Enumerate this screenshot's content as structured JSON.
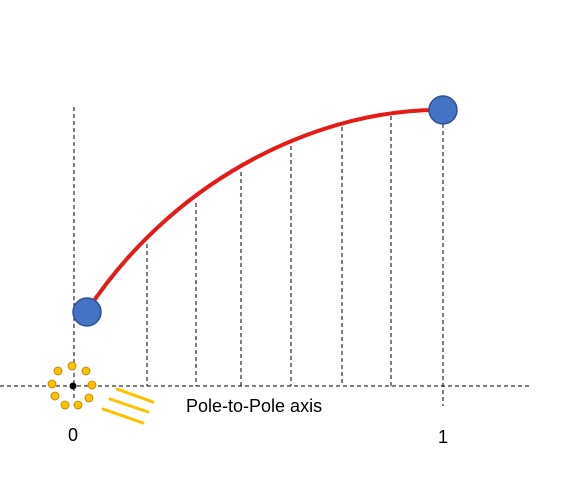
{
  "diagram": {
    "axis_label": "Pole-to-Pole axis",
    "tick_start_label": "0",
    "tick_end_label": "1"
  },
  "colors": {
    "curve": "#e41b17",
    "node_fill": "#4472c4",
    "node_stroke": "#2f528f",
    "sun_rays": "#ffc000",
    "guide_lines": "#000000"
  }
}
